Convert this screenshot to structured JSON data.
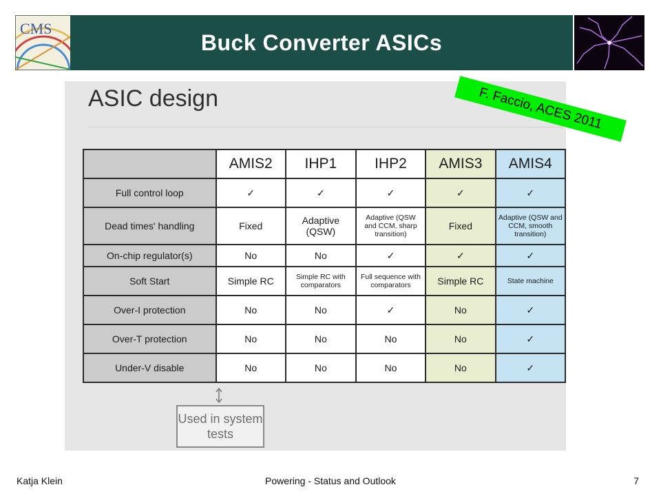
{
  "header": {
    "title": "Buck Converter ASICs",
    "logo_text": "CMS",
    "logo_icon": "cms-logo",
    "lightning_icon": "plasma-lightning-image"
  },
  "slide": {
    "heading": "ASIC design",
    "table": {
      "columns": [
        "AMIS2",
        "IHP1",
        "IHP2",
        "AMIS3",
        "AMIS4"
      ],
      "rows": [
        {
          "label": "Full control loop",
          "cells": [
            "✓",
            "✓",
            "✓",
            "✓",
            "✓"
          ]
        },
        {
          "label": "Dead times' handling",
          "cells": [
            "Fixed",
            "Adaptive (QSW)",
            "Adaptive (QSW and CCM, sharp transition)",
            "Fixed",
            "Adaptive (QSW and CCM, smooth transition)"
          ]
        },
        {
          "label": "On-chip regulator(s)",
          "cells": [
            "No",
            "No",
            "✓",
            "✓",
            "✓"
          ]
        },
        {
          "label": "Soft Start",
          "cells": [
            "Simple RC",
            "Simple RC with comparators",
            "Full sequence with comparators",
            "Simple RC",
            "State machine"
          ]
        },
        {
          "label": "Over-I protection",
          "cells": [
            "No",
            "No",
            "✓",
            "No",
            "✓"
          ]
        },
        {
          "label": "Over-T protection",
          "cells": [
            "No",
            "No",
            "No",
            "No",
            "✓"
          ]
        },
        {
          "label": "Under-V disable",
          "cells": [
            "No",
            "No",
            "No",
            "No",
            "✓"
          ]
        }
      ],
      "highlight_colors": {
        "AMIS3": "#eaeed0",
        "AMIS4": "#c6e3f4"
      }
    },
    "tests_box": "Used in system tests"
  },
  "credit": "F. Faccio, ACES 2011",
  "footer": {
    "author": "Katja Klein",
    "talk": "Powering - Status and Outlook",
    "page": "7"
  }
}
